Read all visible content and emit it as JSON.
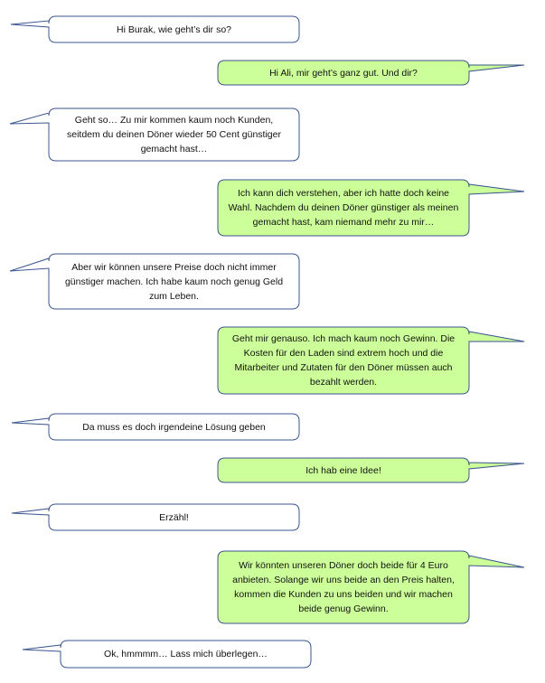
{
  "colors": {
    "left_fill": "#ffffff",
    "right_fill": "#ccff99",
    "border": "#3b5591"
  },
  "messages": [
    {
      "side": "left",
      "text": "Hi Burak, wie geht’s dir so?"
    },
    {
      "side": "right",
      "text": "Hi Ali, mir geht’s ganz gut. Und dir?"
    },
    {
      "side": "left",
      "text": "Geht so… Zu mir kommen kaum noch Kunden, seitdem du deinen Döner wieder 50 Cent günstiger gemacht hast…"
    },
    {
      "side": "right",
      "text": "Ich kann dich verstehen, aber ich hatte doch keine Wahl. Nachdem du deinen Döner günstiger als meinen gemacht hast, kam niemand mehr zu mir…"
    },
    {
      "side": "left",
      "text": "Aber wir können unsere Preise doch nicht immer günstiger machen. Ich habe kaum noch genug Geld zum Leben."
    },
    {
      "side": "right",
      "text": "Geht mir genauso. Ich mach kaum noch Gewinn. Die Kosten für den Laden sind extrem hoch und die Mitarbeiter und Zutaten für den Döner müssen auch bezahlt werden."
    },
    {
      "side": "left",
      "text": "Da muss es doch irgendeine Lösung geben"
    },
    {
      "side": "right",
      "text": "Ich hab eine Idee!"
    },
    {
      "side": "left",
      "text": "Erzähl!"
    },
    {
      "side": "right",
      "text": "Wir könnten unseren Döner doch beide für 4 Euro anbieten. Solange wir uns beide an den Preis halten, kommen die Kunden zu uns beiden und wir machen beide genug Gewinn."
    },
    {
      "side": "left",
      "text": "Ok, hmmmm… Lass mich überlegen…"
    }
  ]
}
